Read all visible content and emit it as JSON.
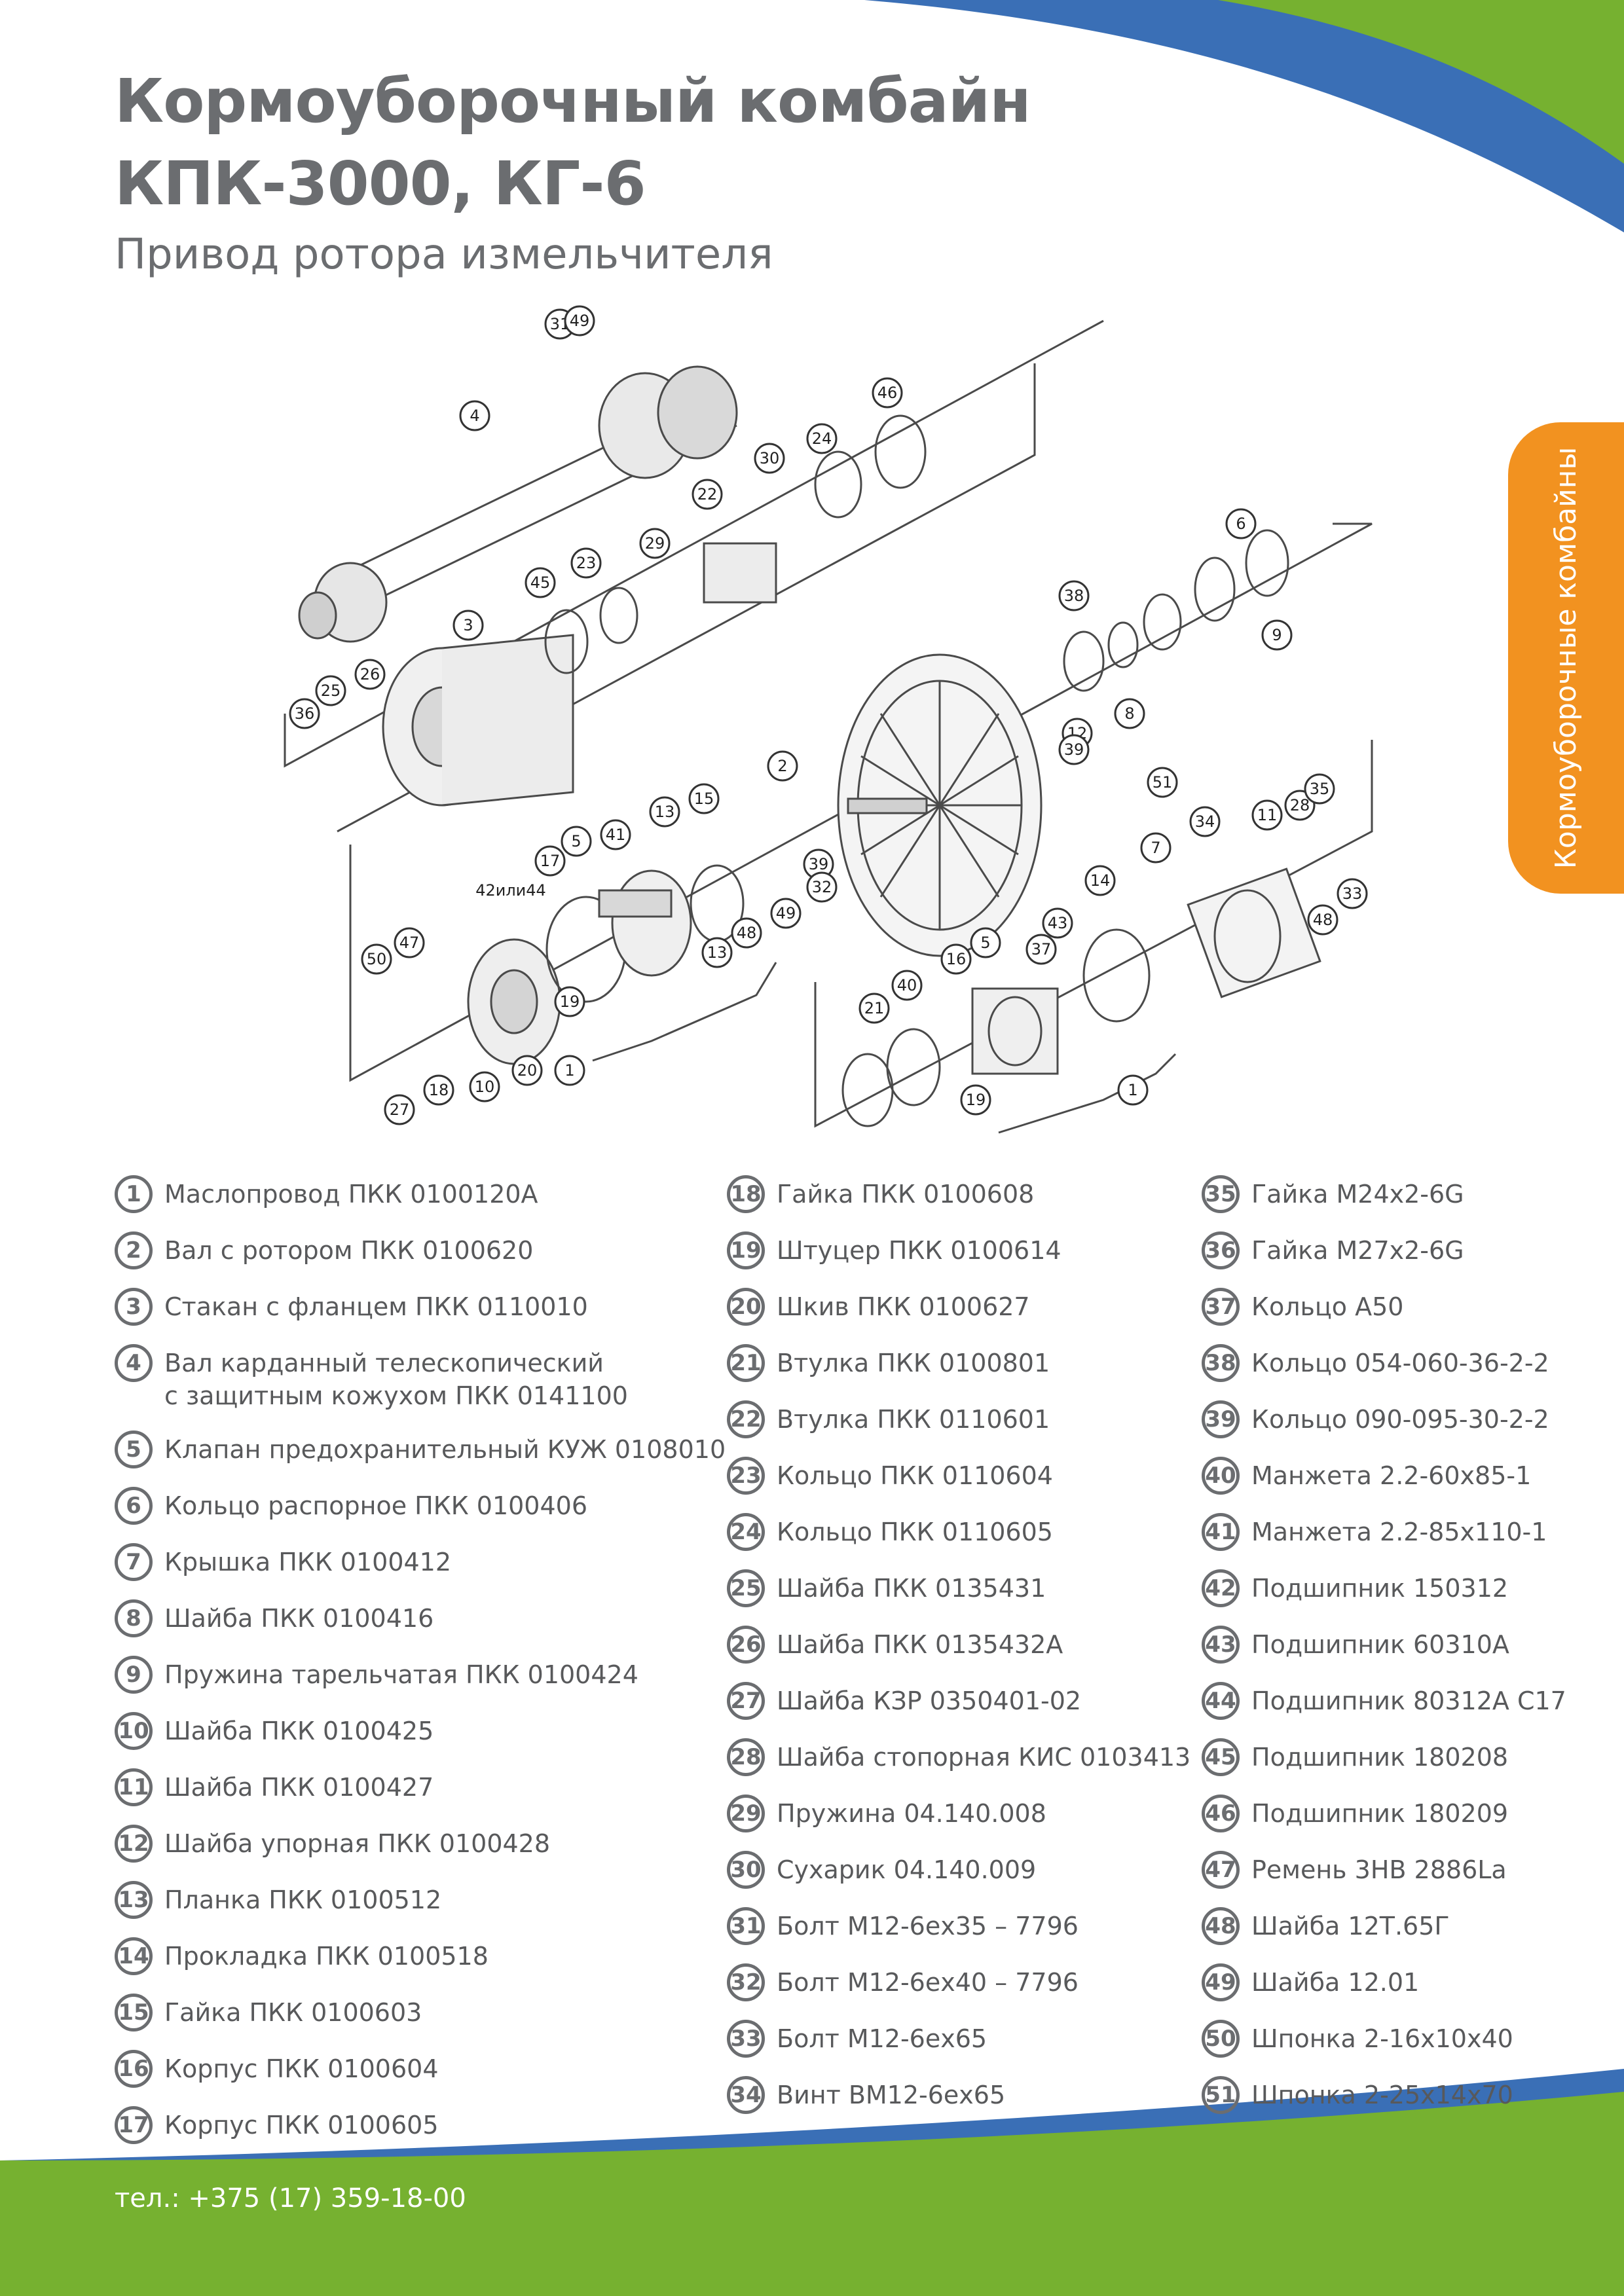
{
  "colors": {
    "blue": "#3a6fb6",
    "green": "#76b130",
    "orange": "#f29220",
    "text": "#58595b"
  },
  "header": {
    "title_line1": "Кормоуборочный комбайн",
    "title_line2": "КПК-3000, КГ-6",
    "subtitle": "Привод ротора измельчителя"
  },
  "side_tab": {
    "label": "Кормоуборочные комбайны"
  },
  "diagram": {
    "callouts": [
      "31",
      "49",
      "4",
      "46",
      "24",
      "30",
      "22",
      "29",
      "23",
      "45",
      "3",
      "6",
      "38",
      "25",
      "26",
      "36",
      "9",
      "12",
      "8",
      "39",
      "2",
      "51",
      "13",
      "15",
      "5",
      "17",
      "41",
      "42или44",
      "39",
      "32",
      "49",
      "48",
      "13",
      "47",
      "50",
      "20",
      "19",
      "10",
      "18",
      "27",
      "1",
      "34",
      "11",
      "28",
      "35",
      "7",
      "14",
      "33",
      "48",
      "43",
      "37",
      "5",
      "16",
      "40",
      "21",
      "19",
      "1"
    ]
  },
  "legend": {
    "col1": [
      {
        "num": "1",
        "text": "Маслопровод ПКК 0100120А"
      },
      {
        "num": "2",
        "text": "Вал с ротором ПКК 0100620"
      },
      {
        "num": "3",
        "text": "Стакан с фланцем ПКК 0110010"
      },
      {
        "num": "4",
        "text": "Вал карданный телескопический\nс защитным кожухом ПКК 0141100"
      },
      {
        "num": "5",
        "text": "Клапан предохранительный КУЖ 0108010"
      },
      {
        "num": "6",
        "text": "Кольцо распорное ПКК 0100406"
      },
      {
        "num": "7",
        "text": "Крышка ПКК 0100412"
      },
      {
        "num": "8",
        "text": "Шайба ПКК 0100416"
      },
      {
        "num": "9",
        "text": "Пружина тарельчатая ПКК 0100424"
      },
      {
        "num": "10",
        "text": "Шайба ПКК 0100425"
      },
      {
        "num": "11",
        "text": "Шайба ПКК 0100427"
      },
      {
        "num": "12",
        "text": "Шайба упорная ПКК 0100428"
      },
      {
        "num": "13",
        "text": "Планка ПКК 0100512"
      },
      {
        "num": "14",
        "text": "Прокладка ПКК 0100518"
      },
      {
        "num": "15",
        "text": "Гайка ПКК 0100603"
      },
      {
        "num": "16",
        "text": "Корпус ПКК 0100604"
      },
      {
        "num": "17",
        "text": "Корпус ПКК 0100605"
      }
    ],
    "col2": [
      {
        "num": "18",
        "text": "Гайка ПКК 0100608"
      },
      {
        "num": "19",
        "text": "Штуцер ПКК 0100614"
      },
      {
        "num": "20",
        "text": "Шкив ПКК 0100627"
      },
      {
        "num": "21",
        "text": "Втулка ПКК 0100801"
      },
      {
        "num": "22",
        "text": "Втулка ПКК 0110601"
      },
      {
        "num": "23",
        "text": "Кольцо ПКК 0110604"
      },
      {
        "num": "24",
        "text": "Кольцо ПКК 0110605"
      },
      {
        "num": "25",
        "text": "Шайба ПКК 0135431"
      },
      {
        "num": "26",
        "text": "Шайба ПКК 0135432А"
      },
      {
        "num": "27",
        "text": "Шайба КЗР 0350401-02"
      },
      {
        "num": "28",
        "text": "Шайба стопорная КИС 0103413"
      },
      {
        "num": "29",
        "text": "Пружина 04.140.008"
      },
      {
        "num": "30",
        "text": "Сухарик 04.140.009"
      },
      {
        "num": "31",
        "text": "Болт М12-6ех35 – 7796"
      },
      {
        "num": "32",
        "text": "Болт М12-6ех40 – 7796"
      },
      {
        "num": "33",
        "text": "Болт М12-6ех65"
      },
      {
        "num": "34",
        "text": "Винт ВМ12-6ех65"
      }
    ],
    "col3": [
      {
        "num": "35",
        "text": "Гайка М24х2-6G"
      },
      {
        "num": "36",
        "text": "Гайка М27х2-6G"
      },
      {
        "num": "37",
        "text": "Кольцо А50"
      },
      {
        "num": "38",
        "text": "Кольцо 054-060-36-2-2"
      },
      {
        "num": "39",
        "text": "Кольцо 090-095-30-2-2"
      },
      {
        "num": "40",
        "text": "Манжета 2.2-60х85-1"
      },
      {
        "num": "41",
        "text": "Манжета 2.2-85х110-1"
      },
      {
        "num": "42",
        "text": "Подшипник 150312"
      },
      {
        "num": "43",
        "text": "Подшипник 60310А"
      },
      {
        "num": "44",
        "text": "Подшипник 80312А С17"
      },
      {
        "num": "45",
        "text": "Подшипник 180208"
      },
      {
        "num": "46",
        "text": "Подшипник 180209"
      },
      {
        "num": "47",
        "text": "Ремень 3НВ 2886La"
      },
      {
        "num": "48",
        "text": "Шайба 12Т.65Г"
      },
      {
        "num": "49",
        "text": "Шайба 12.01"
      },
      {
        "num": "50",
        "text": "Шпонка 2-16х10х40"
      },
      {
        "num": "51",
        "text": "Шпонка 2-25х14х70"
      }
    ]
  },
  "footer": {
    "phone": "тел.: +375 (17) 359-18-00"
  }
}
